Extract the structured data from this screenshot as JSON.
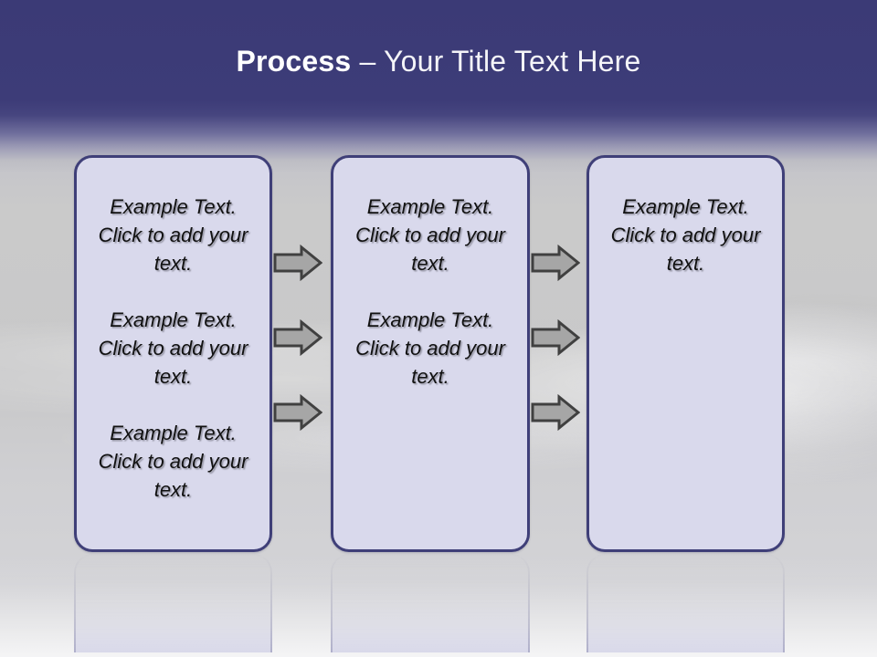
{
  "slide": {
    "title": {
      "strong": "Process",
      "rest": " – Your Title Text Here"
    },
    "boxes": [
      {
        "name": "process-box-1",
        "paragraphs": [
          "Example Text. Click  to add your text.",
          "Example Text. Click  to add your text.",
          "Example Text. Click  to add your text."
        ]
      },
      {
        "name": "process-box-2",
        "paragraphs": [
          "Example Text. Click  to add your text.",
          "Example Text. Click  to add your text."
        ]
      },
      {
        "name": "process-box-3",
        "paragraphs": [
          "Example Text. Click  to add your text."
        ]
      }
    ],
    "arrows": {
      "columns": 2,
      "rows": 3,
      "direction": "right",
      "fill": "#a6a6a6",
      "stroke": "#404040"
    },
    "colors": {
      "title_band_top": "#3b3a76",
      "title_text": "#ffffff",
      "box_fill": "#d9d9ec",
      "box_border": "#3f3f78",
      "box_text": "#111111",
      "background_gray": "#cacaca"
    }
  }
}
